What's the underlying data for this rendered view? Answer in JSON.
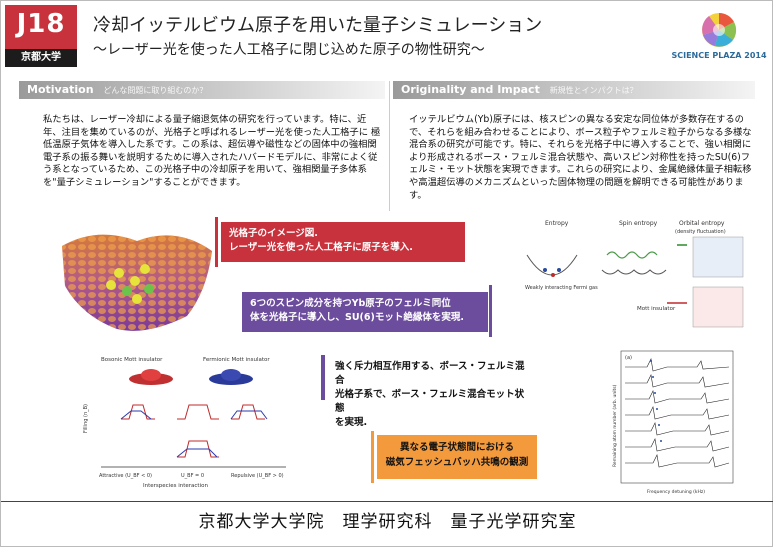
{
  "header": {
    "badge_id": "J18",
    "badge_university": "京都大学",
    "title": "冷却イッテルビウム原子を用いた量子シミュレーション",
    "subtitle": "～レーザー光を使った人工格子に閉じ込めた原子の物性研究～",
    "logo_text": "SCIENCE PLAZA 2014"
  },
  "sections": {
    "motivation_title": "Motivation",
    "motivation_sub": "どんな問題に取り組むのか？",
    "originality_title": "Originality and Impact",
    "originality_sub": "新規性とインパクトは？"
  },
  "paragraphs": {
    "motivation": "私たちは、レーザー冷却による量子縮退気体の研究を行っています。特に、近年、注目を集めているのが、光格子と呼ばれるレーザー光を使った人工格子に 極低温原子気体を導入した系です。この系は、超伝導や磁性などの固体中の強相関電子系の振る舞いを説明するために導入されたハバードモデルに、非常によく従う系となっているため、この光格子中の冷却原子を用いて、強相関量子多体系を\"量子シミュレーション\"することができます。",
    "originality": "イッテルビウム(Yb)原子には、核スピンの異なる安定な同位体が多数存在するので、それらを組み合わせることにより、ボース粒子やフェルミ粒子からなる多様な混合系の研究が可能です。特に、それらを光格子中に導入することで、強い相関により形成されるボース・フェルミ混合状態や、高いスピン対称性を持ったSU(6)フェルミ・モット状態を実現できます。これらの研究により、金属絶縁体量子相転移や高温超伝導のメカニズムといった固体物理の問題を解明できる可能性があります。"
  },
  "callouts": {
    "lattice_line1": "光格子のイメージ図.",
    "lattice_line2": "レーザー光を使った人工格子に原子を導入.",
    "spin_line1": "6つのスピン成分を持つYb原子のフェルミ同位",
    "spin_line2": "体を光格子に導入し、SU(6)モット絶縁体を実現.",
    "bf_line1": "強く斥力相互作用する、ボース・フェルミ混合",
    "bf_line2": "光格子系で、ボース・フェルミ混合モット状態",
    "bf_line3": "を実現.",
    "fesh_line1": "異なる電子状態間における",
    "fesh_line2": "磁気フェッシュバッハ共鳴の観測"
  },
  "figures": {
    "entropy_labels": [
      "Entropy",
      "Spin entropy",
      "Orbital entropy",
      "(density fluctuation)"
    ],
    "fermi_gas": "Weakly interacting Fermi gas",
    "mott": "Mott insulator",
    "mott_label_b": "Bosonic Mott insulator",
    "mott_label_f": "Fermionic Mott insulator",
    "axis_interaction": "Interspecies interaction",
    "axis_attractive": "Attractive (U_BF < 0)",
    "axis_zero": "U_BF = 0",
    "axis_repulsive": "Repulsive (U_BF > 0)",
    "axis_filling": "Filling (n_B)",
    "spectrum_xlabel": "Frequency detuning (kHz)",
    "spectrum_ylabel": "Remaining atom number (arb. units)",
    "spectrum_tag": "(a)"
  },
  "colors": {
    "badge_red": "#c8323c",
    "purple": "#6c4c9c",
    "orange": "#f39a3d",
    "bar_grey": "#9a9a9a"
  },
  "footer": {
    "text": "京都大学大学院　理学研究科　量子光学研究室"
  }
}
